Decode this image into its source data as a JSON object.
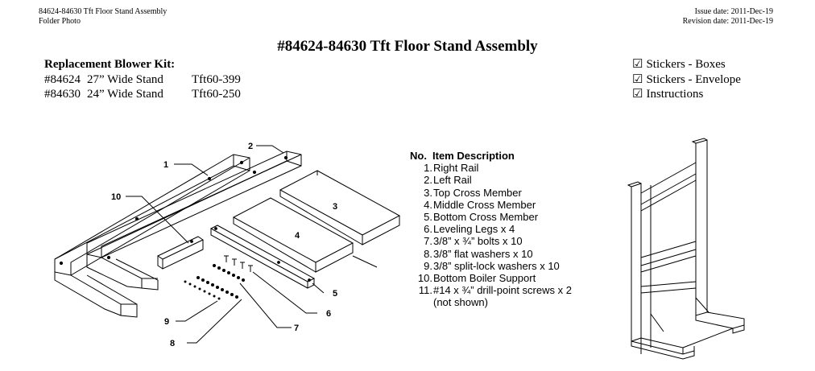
{
  "header": {
    "left_line1": "84624-84630  Tft Floor Stand Assembly",
    "left_line2": "Folder Photo",
    "right_line1": "Issue date: 2011-Dec-19",
    "right_line2": "Revision date: 2011-Dec-19"
  },
  "title": "#84624-84630  Tft Floor Stand Assembly",
  "kit": {
    "title": "Replacement Blower Kit:",
    "rows": [
      {
        "part": "#84624",
        "stand": "27” Wide Stand",
        "model": "Tft60-399"
      },
      {
        "part": "#84630",
        "stand": "24” Wide Stand",
        "model": "Tft60-250"
      }
    ]
  },
  "checklist": {
    "box_glyph": "☑",
    "items": [
      "Stickers - Boxes",
      "Stickers - Envelope",
      "Instructions"
    ]
  },
  "parts_list": {
    "header_no": "No.",
    "header_desc": "Item Description",
    "items": [
      {
        "no": "1.",
        "desc": "Right Rail"
      },
      {
        "no": "2.",
        "desc": "Left Rail"
      },
      {
        "no": "3.",
        "desc": "Top Cross Member"
      },
      {
        "no": "4.",
        "desc": "Middle Cross Member"
      },
      {
        "no": "5.",
        "desc": "Bottom Cross Member"
      },
      {
        "no": "6.",
        "desc": "Leveling Legs x 4"
      },
      {
        "no": "7.",
        "desc": "3/8” x  ¾” bolts x 10"
      },
      {
        "no": "8.",
        "desc": "3/8” flat washers x 10"
      },
      {
        "no": "9.",
        "desc": "3/8” split-lock washers x 10"
      },
      {
        "no": "10.",
        "desc": "Bottom Boiler Support"
      },
      {
        "no": "11.",
        "desc": "#14 x  ¾” drill-point screws x 2"
      }
    ],
    "note": "(not shown)"
  },
  "callouts": {
    "c1": "1",
    "c2": "2",
    "c3": "3",
    "c4": "4",
    "c5": "5",
    "c6": "6",
    "c7": "7",
    "c8": "8",
    "c9": "9",
    "c10": "10"
  }
}
